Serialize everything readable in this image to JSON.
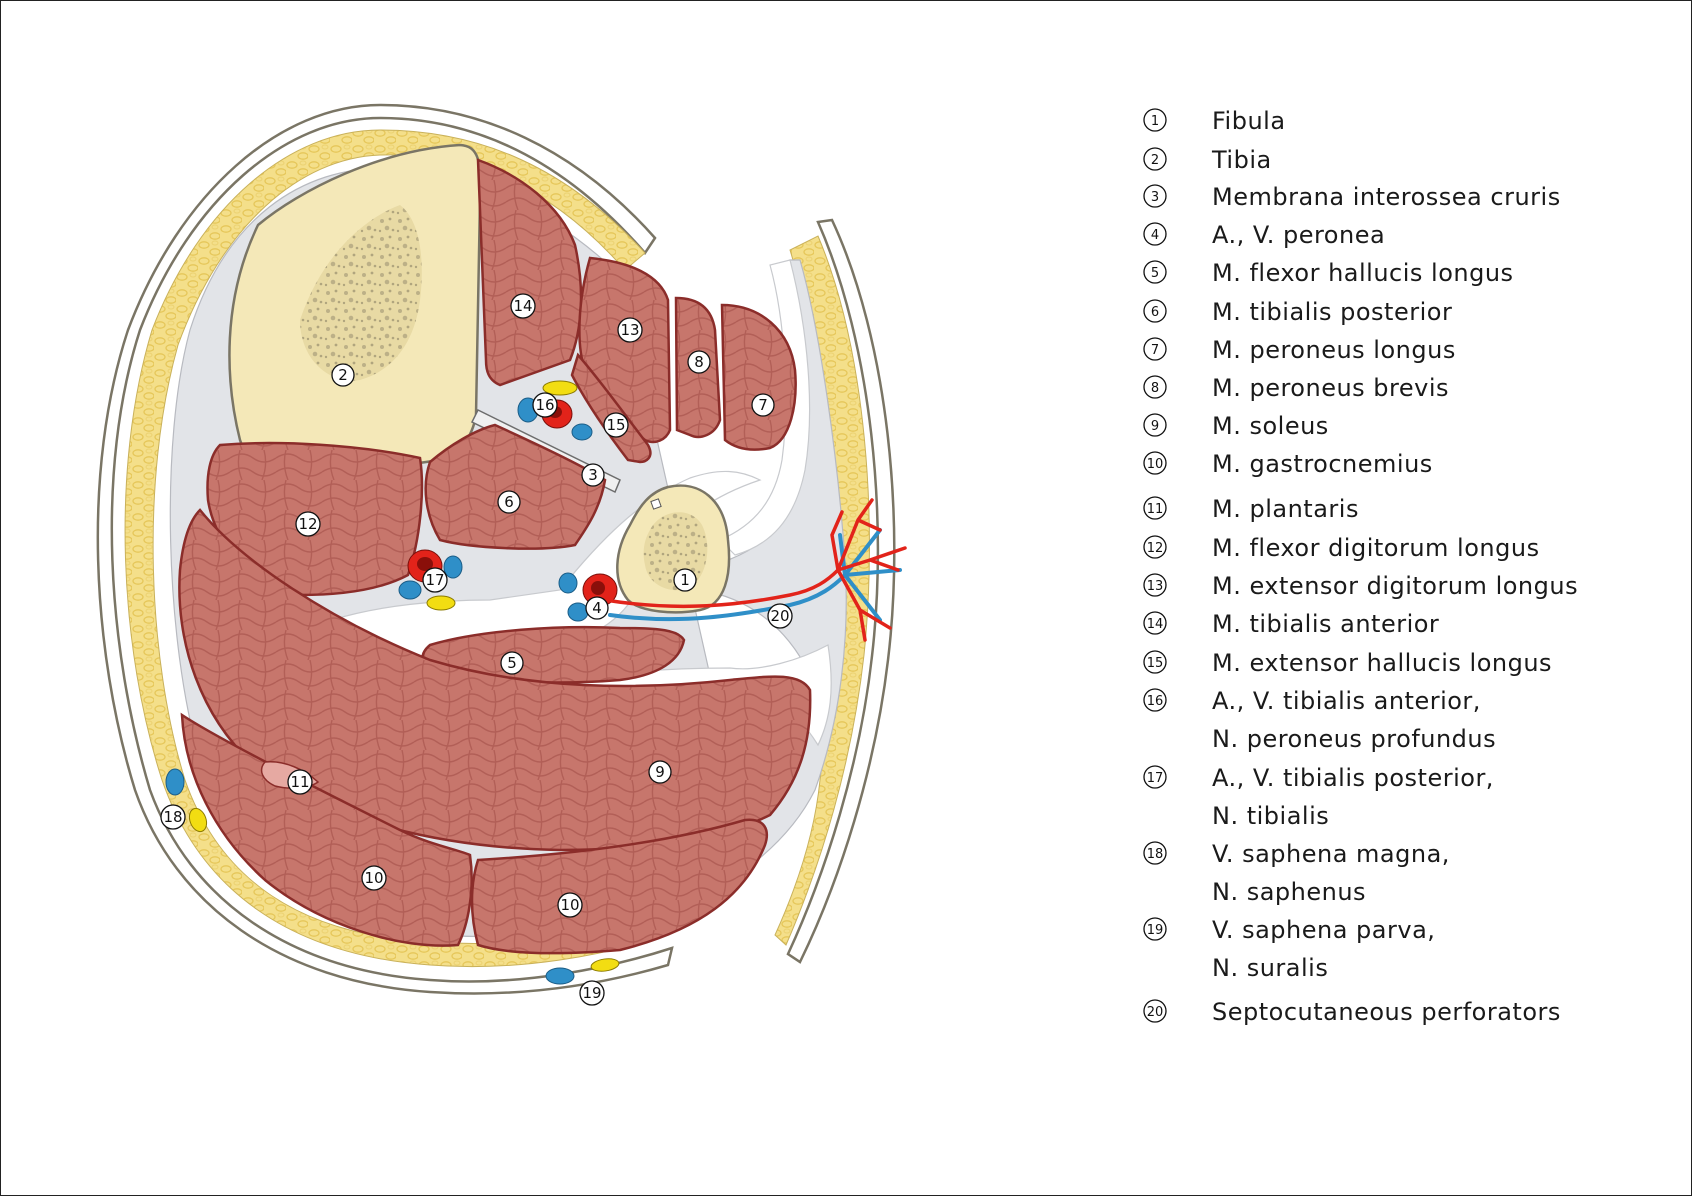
{
  "diagram": {
    "colors": {
      "skin": "#ffffff",
      "skin_outline": "#7a7565",
      "fat": "#f4df8a",
      "fat_lobule": "#e9cc60",
      "fascia": "#e2e4e8",
      "bone": "#f4e8b8",
      "bone_spongy": "#a89d78",
      "muscle": "#c7766c",
      "muscle_texture": "#b05c55",
      "muscle_outline": "#8b2d2a",
      "artery": "#e2231a",
      "artery_dark": "#b51c14",
      "vein": "#2f8fc8",
      "nerve": "#f2dd12"
    },
    "markers": {
      "m1": "1",
      "m2": "2",
      "m3": "3",
      "m4": "4",
      "m5": "5",
      "m6": "6",
      "m7": "7",
      "m8": "8",
      "m9": "9",
      "m10a": "10",
      "m10b": "10",
      "m11": "11",
      "m12": "12",
      "m13": "13",
      "m14": "14",
      "m15": "15",
      "m16": "16",
      "m17": "17",
      "m18": "18",
      "m19": "19",
      "m20": "20"
    }
  },
  "legend": [
    {
      "num": "1",
      "lines": [
        "Fibula"
      ]
    },
    {
      "num": "2",
      "lines": [
        "Tibia"
      ]
    },
    {
      "num": "3",
      "lines": [
        "Membrana  interossea  cruris"
      ]
    },
    {
      "num": "4",
      "lines": [
        "A.,  V.  peronea"
      ]
    },
    {
      "num": "5",
      "lines": [
        "M.  flexor  hallucis  longus"
      ]
    },
    {
      "num": "6",
      "lines": [
        "M.  tibialis  posterior"
      ]
    },
    {
      "num": "7",
      "lines": [
        "M.  peroneus  longus"
      ]
    },
    {
      "num": "8",
      "lines": [
        "M.  peroneus  brevis"
      ]
    },
    {
      "num": "9",
      "lines": [
        "M.  soleus"
      ]
    },
    {
      "num": "10",
      "lines": [
        "M.  gastrocnemius"
      ]
    },
    {
      "num": "11",
      "lines": [
        "M.  plantaris"
      ]
    },
    {
      "num": "12",
      "lines": [
        "M.  flexor  digitorum  longus"
      ]
    },
    {
      "num": "13",
      "lines": [
        "M.  extensor  digitorum  longus"
      ]
    },
    {
      "num": "14",
      "lines": [
        "M.  tibialis  anterior"
      ]
    },
    {
      "num": "15",
      "lines": [
        "M.  extensor  hallucis  longus"
      ]
    },
    {
      "num": "16",
      "lines": [
        "A.,  V.  tibialis  anterior,",
        "N.  peroneus  profundus"
      ]
    },
    {
      "num": "17",
      "lines": [
        "A.,  V.  tibialis  posterior,",
        "N.  tibialis"
      ]
    },
    {
      "num": "18",
      "lines": [
        "V.  saphena  magna,",
        "N.  saphenus"
      ]
    },
    {
      "num": "19",
      "lines": [
        "V.  saphena  parva,",
        "N.  suralis"
      ]
    },
    {
      "num": "20",
      "lines": [
        "Septocutaneous  perforators"
      ]
    }
  ]
}
